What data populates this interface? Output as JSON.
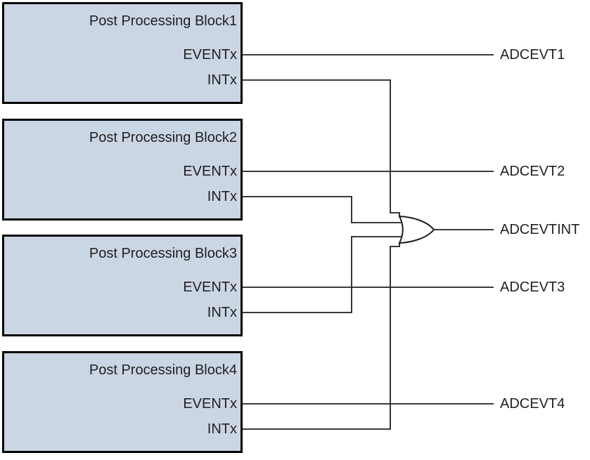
{
  "blocks": [
    {
      "title": "Post Processing Block1",
      "event_port": "EVENTx",
      "int_port": "INTx"
    },
    {
      "title": "Post Processing Block2",
      "event_port": "EVENTx",
      "int_port": "INTx"
    },
    {
      "title": "Post Processing Block3",
      "event_port": "EVENTx",
      "int_port": "INTx"
    },
    {
      "title": "Post Processing Block4",
      "event_port": "EVENTx",
      "int_port": "INTx"
    }
  ],
  "signals": {
    "adcevt1": "ADCEVT1",
    "adcevt2": "ADCEVT2",
    "adcevtint": "ADCEVTINT",
    "adcevt3": "ADCEVT3",
    "adcevt4": "ADCEVT4"
  },
  "gate": {
    "type": "or",
    "inputs": 4
  },
  "colors": {
    "block_fill": "#cad6e4",
    "block_border": "#000000",
    "wire": "#1f1f1f",
    "text": "#231f20",
    "background": "#ffffff"
  }
}
